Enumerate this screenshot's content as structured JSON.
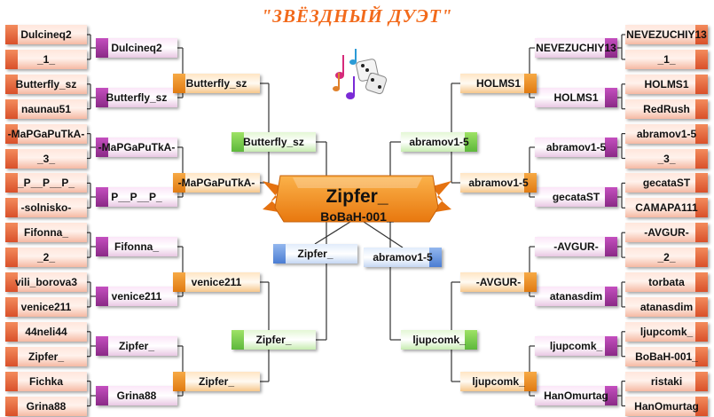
{
  "title": "\"ЗВЁЗДНЫЙ ДУЭТ\"",
  "champion": {
    "name": "Zipfer_",
    "partner": "BoBaH-001_"
  },
  "final": {
    "left": "Zipfer_",
    "right": "abramov1-5"
  },
  "colors": {
    "red": "#e0582f",
    "purple": "#9b3597",
    "orange": "#ec8a1c",
    "green": "#6cc24a",
    "blue": "#5a86d6",
    "title": "#f26a1b",
    "ribbon": "#f7941d"
  },
  "left": {
    "r1": [
      "Dulcineq2",
      "_1_",
      "Butterfly_sz",
      "naunau51",
      "-MaPGaPuTkA-",
      "_3_",
      "_P__P__P_",
      "-solnisko-",
      "Fifonna_",
      "_2_",
      "vili_borova3",
      "venice211",
      "44neli44",
      "Zipfer_",
      "Fichka",
      "Grina88"
    ],
    "r2": [
      "Dulcineq2",
      "Butterfly_sz",
      "-MaPGaPuTkA-",
      "P__P__P_",
      "Fifonna_",
      "venice211",
      "Zipfer_",
      "Grina88"
    ],
    "r3": [
      "Butterfly_sz",
      "-MaPGaPuTkA-",
      "venice211",
      "Zipfer_"
    ],
    "r4": [
      "Butterfly_sz",
      "Zipfer_"
    ]
  },
  "right": {
    "r1": [
      "NEVEZUCHIY13",
      "_1_",
      "HOLMS1",
      "RedRush",
      "abramov1-5",
      "_3_",
      "gecataST",
      "CAMAPA111",
      "-AVGUR-",
      "_2_",
      "torbata",
      "atanasdim",
      "ljupcomk_",
      "BoBaH-001_",
      "ristaki",
      "HanOmurtag"
    ],
    "r2": [
      "NEVEZUCHIY13",
      "HOLMS1",
      "abramov1-5",
      "gecataST",
      "-AVGUR-",
      "atanasdim",
      "ljupcomk_",
      "HanOmurtag"
    ],
    "r3": [
      "HOLMS1",
      "abramov1-5",
      "-AVGUR-",
      "ljupcomk_"
    ],
    "r4": [
      "abramov1-5",
      "ljupcomk_"
    ]
  }
}
